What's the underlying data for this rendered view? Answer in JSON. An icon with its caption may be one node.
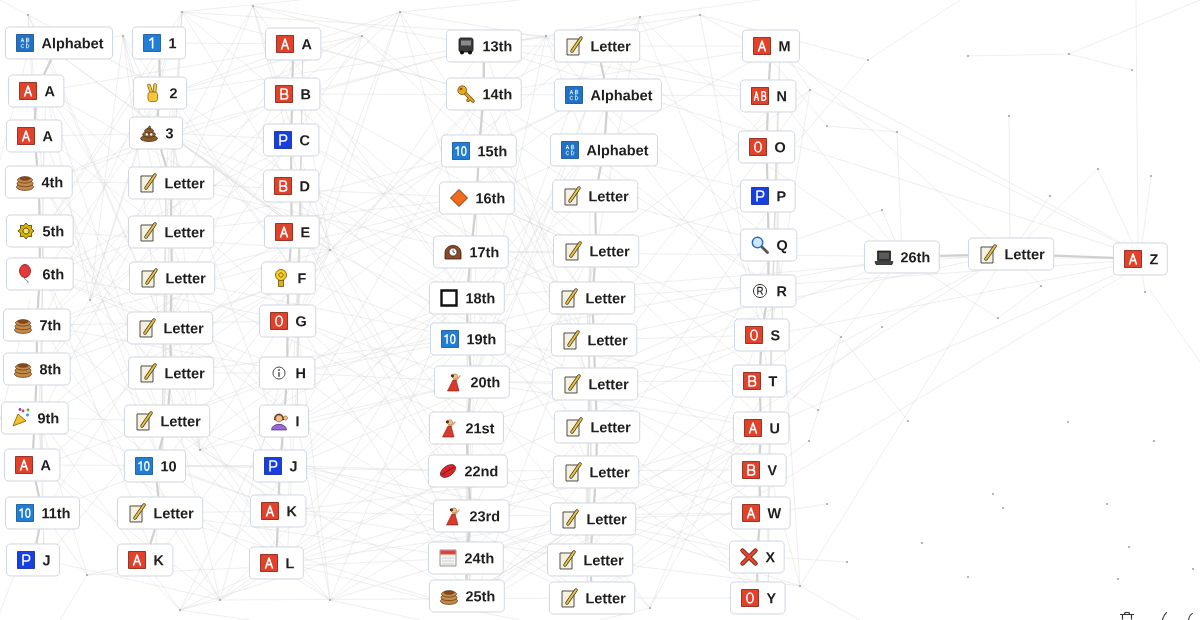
{
  "diagram": {
    "nodes": [
      {
        "text": [
          "Alphabet"
        ]
      },
      {
        "text": [
          "A"
        ]
      },
      {
        "text": [
          "A"
        ]
      },
      {
        "text": [
          "4th"
        ]
      },
      {
        "text": [
          "5th"
        ]
      },
      {
        "text": [
          "6th"
        ]
      },
      {
        "text": [
          "7th"
        ]
      },
      {
        "text": [
          "8th"
        ]
      },
      {
        "text": [
          "9th"
        ]
      },
      {
        "text": [
          "A"
        ]
      },
      {
        "text": [
          "11th"
        ]
      },
      {
        "text": [
          "J"
        ]
      },
      {
        "text": [
          "1"
        ]
      },
      {
        "text": [
          "2"
        ]
      },
      {
        "text": [
          "3"
        ]
      },
      {
        "text": [
          "Letter"
        ]
      },
      {
        "text": [
          "Letter"
        ]
      },
      {
        "text": [
          "Letter"
        ]
      },
      {
        "text": [
          "Letter"
        ]
      },
      {
        "text": [
          "Letter"
        ]
      },
      {
        "text": [
          "Letter"
        ]
      },
      {
        "text": [
          "10"
        ]
      },
      {
        "text": [
          "Letter"
        ]
      },
      {
        "text": [
          "K"
        ]
      },
      {
        "text": [
          "A"
        ]
      },
      {
        "text": [
          "B"
        ]
      },
      {
        "text": [
          "C"
        ]
      },
      {
        "text": [
          "D"
        ]
      },
      {
        "text": [
          "E"
        ]
      },
      {
        "text": [
          "F"
        ]
      },
      {
        "text": [
          "G"
        ]
      },
      {
        "text": [
          "H"
        ]
      },
      {
        "text": [
          "I"
        ]
      },
      {
        "text": [
          "J"
        ]
      },
      {
        "text": [
          "K"
        ]
      },
      {
        "text": [
          "L"
        ]
      },
      {
        "text": [
          "13th"
        ]
      },
      {
        "text": [
          "14th"
        ]
      },
      {
        "text": [
          "15th"
        ]
      },
      {
        "text": [
          "16th"
        ]
      },
      {
        "text": [
          "17th"
        ]
      },
      {
        "text": [
          "18th"
        ]
      },
      {
        "text": [
          "19th"
        ]
      },
      {
        "text": [
          "20th"
        ]
      },
      {
        "text": [
          "21st"
        ]
      },
      {
        "text": [
          "22nd"
        ]
      },
      {
        "text": [
          "23rd"
        ]
      },
      {
        "text": [
          "24th"
        ]
      },
      {
        "text": [
          "25th"
        ]
      },
      {
        "text": [
          "Letter"
        ]
      },
      {
        "text": [
          "Alphabet"
        ]
      },
      {
        "text": [
          "Alphabet"
        ]
      },
      {
        "text": [
          "Letter"
        ]
      },
      {
        "text": [
          "Letter"
        ]
      },
      {
        "text": [
          "Letter"
        ]
      },
      {
        "text": [
          "Letter"
        ]
      },
      {
        "text": [
          "Letter"
        ]
      },
      {
        "text": [
          "Letter"
        ]
      },
      {
        "text": [
          "Letter"
        ]
      },
      {
        "text": [
          "Letter"
        ]
      },
      {
        "text": [
          "Letter"
        ]
      },
      {
        "text": [
          "Letter"
        ]
      },
      {
        "text": [
          "M"
        ]
      },
      {
        "text": [
          "N"
        ]
      },
      {
        "text": [
          "O"
        ]
      },
      {
        "text": [
          "P"
        ]
      },
      {
        "text": [
          "Q"
        ]
      },
      {
        "text": [
          "R"
        ]
      },
      {
        "text": [
          "S"
        ]
      },
      {
        "text": [
          "T"
        ]
      },
      {
        "text": [
          "U"
        ]
      },
      {
        "text": [
          "V"
        ]
      },
      {
        "text": [
          "W"
        ]
      },
      {
        "text": [
          "X"
        ]
      },
      {
        "text": [
          "Y"
        ]
      },
      {
        "text": [
          "26th"
        ]
      },
      {
        "text": [
          "Letter"
        ]
      },
      {
        "text": [
          "Z"
        ]
      }
    ],
    "edges": [
      {
        "from": 0,
        "to": 1,
        "arrow": "none"
      },
      {
        "from": 1,
        "to": 2,
        "arrow": "none"
      },
      {
        "from": 2,
        "to": 3,
        "arrow": "none"
      },
      {
        "from": 3,
        "to": 4,
        "arrow": "none"
      },
      {
        "from": 4,
        "to": 5,
        "arrow": "none"
      },
      {
        "from": 5,
        "to": 6,
        "arrow": "none"
      },
      {
        "from": 6,
        "to": 7,
        "arrow": "none"
      },
      {
        "from": 7,
        "to": 8,
        "arrow": "none"
      },
      {
        "from": 8,
        "to": 9,
        "arrow": "none"
      },
      {
        "from": 9,
        "to": 10,
        "arrow": "none"
      },
      {
        "from": 10,
        "to": 11,
        "arrow": "none"
      },
      {
        "from": 12,
        "to": 13,
        "arrow": "none"
      },
      {
        "from": 13,
        "to": 14,
        "arrow": "none"
      },
      {
        "from": 14,
        "to": 15,
        "arrow": "none"
      },
      {
        "from": 15,
        "to": 16,
        "arrow": "none"
      },
      {
        "from": 16,
        "to": 17,
        "arrow": "none"
      },
      {
        "from": 17,
        "to": 18,
        "arrow": "none"
      },
      {
        "from": 18,
        "to": 19,
        "arrow": "none"
      },
      {
        "from": 19,
        "to": 20,
        "arrow": "none"
      },
      {
        "from": 20,
        "to": 21,
        "arrow": "none"
      },
      {
        "from": 21,
        "to": 22,
        "arrow": "none"
      },
      {
        "from": 22,
        "to": 23,
        "arrow": "none"
      },
      {
        "from": 24,
        "to": 25,
        "arrow": "none"
      },
      {
        "from": 25,
        "to": 26,
        "arrow": "none"
      },
      {
        "from": 26,
        "to": 27,
        "arrow": "none"
      },
      {
        "from": 27,
        "to": 28,
        "arrow": "none"
      },
      {
        "from": 28,
        "to": 29,
        "arrow": "none"
      },
      {
        "from": 29,
        "to": 30,
        "arrow": "none"
      },
      {
        "from": 30,
        "to": 31,
        "arrow": "none"
      },
      {
        "from": 31,
        "to": 32,
        "arrow": "none"
      },
      {
        "from": 32,
        "to": 33,
        "arrow": "none"
      },
      {
        "from": 33,
        "to": 34,
        "arrow": "none"
      },
      {
        "from": 34,
        "to": 35,
        "arrow": "none"
      },
      {
        "from": 36,
        "to": 37,
        "arrow": "none"
      },
      {
        "from": 37,
        "to": 38,
        "arrow": "none"
      },
      {
        "from": 38,
        "to": 39,
        "arrow": "none"
      },
      {
        "from": 39,
        "to": 40,
        "arrow": "none"
      },
      {
        "from": 40,
        "to": 41,
        "arrow": "none"
      },
      {
        "from": 41,
        "to": 42,
        "arrow": "none"
      },
      {
        "from": 42,
        "to": 43,
        "arrow": "none"
      },
      {
        "from": 43,
        "to": 44,
        "arrow": "none"
      },
      {
        "from": 44,
        "to": 45,
        "arrow": "none"
      },
      {
        "from": 45,
        "to": 46,
        "arrow": "none"
      },
      {
        "from": 46,
        "to": 47,
        "arrow": "none"
      },
      {
        "from": 47,
        "to": 48,
        "arrow": "none"
      },
      {
        "from": 49,
        "to": 50,
        "arrow": "none"
      },
      {
        "from": 50,
        "to": 51,
        "arrow": "none"
      },
      {
        "from": 51,
        "to": 52,
        "arrow": "none"
      },
      {
        "from": 52,
        "to": 53,
        "arrow": "none"
      },
      {
        "from": 53,
        "to": 54,
        "arrow": "none"
      },
      {
        "from": 54,
        "to": 55,
        "arrow": "none"
      },
      {
        "from": 55,
        "to": 56,
        "arrow": "none"
      },
      {
        "from": 56,
        "to": 57,
        "arrow": "none"
      },
      {
        "from": 57,
        "to": 58,
        "arrow": "none"
      },
      {
        "from": 58,
        "to": 59,
        "arrow": "none"
      },
      {
        "from": 59,
        "to": 60,
        "arrow": "none"
      },
      {
        "from": 60,
        "to": 61,
        "arrow": "none"
      },
      {
        "from": 62,
        "to": 63,
        "arrow": "none"
      },
      {
        "from": 63,
        "to": 64,
        "arrow": "none"
      },
      {
        "from": 64,
        "to": 65,
        "arrow": "none"
      },
      {
        "from": 65,
        "to": 66,
        "arrow": "none"
      },
      {
        "from": 66,
        "to": 67,
        "arrow": "none"
      },
      {
        "from": 67,
        "to": 68,
        "arrow": "none"
      },
      {
        "from": 68,
        "to": 69,
        "arrow": "none"
      },
      {
        "from": 69,
        "to": 70,
        "arrow": "none"
      },
      {
        "from": 70,
        "to": 71,
        "arrow": "none"
      },
      {
        "from": 71,
        "to": 72,
        "arrow": "none"
      },
      {
        "from": 72,
        "to": 73,
        "arrow": "none"
      },
      {
        "from": 73,
        "to": 74,
        "arrow": "none"
      },
      {
        "from": 75,
        "to": 76,
        "arrow": "none"
      },
      {
        "from": 76,
        "to": 77,
        "arrow": "none"
      }
    ]
  }
}
